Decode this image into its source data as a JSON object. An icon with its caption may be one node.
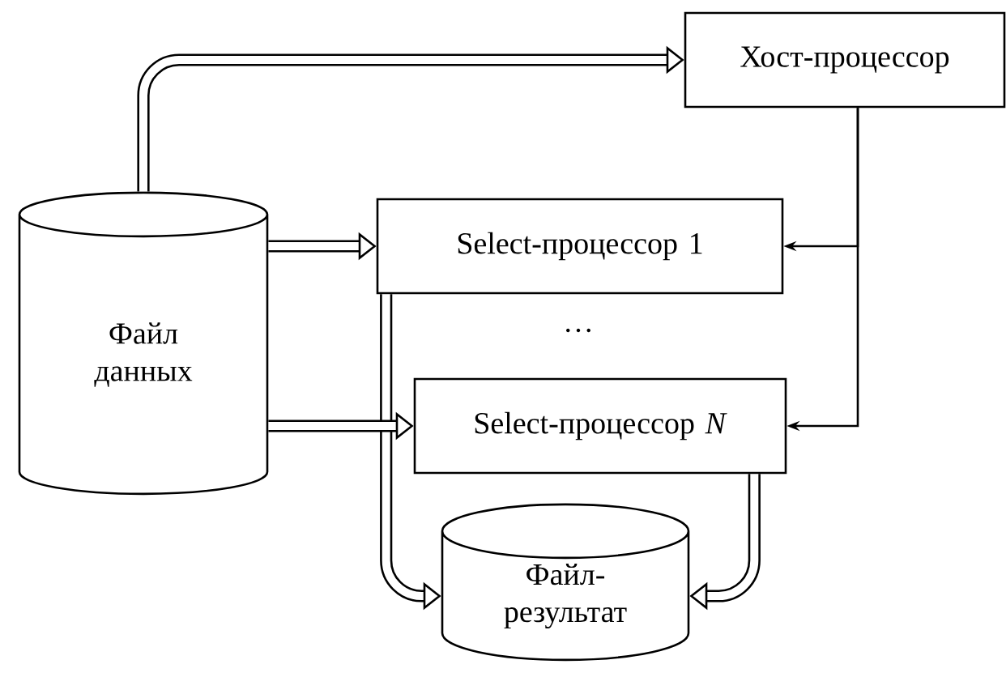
{
  "diagram": {
    "nodes": [
      {
        "text": [
          "Хост-процессор"
        ]
      },
      {
        "text": [
          "Файл данных"
        ]
      },
      {
        "text": [
          "Select-процессор 1"
        ]
      },
      {
        "text": [
          "Select-процессор *N*"
        ]
      },
      {
        "text": [
          "Файл-результат"
        ]
      }
    ],
    "edges": [
      {
        "from": 1,
        "to": 0,
        "arrow": "to"
      },
      {
        "from": 1,
        "to": 2,
        "arrow": "to"
      },
      {
        "from": 1,
        "to": 3,
        "arrow": "to"
      },
      {
        "from": 2,
        "to": 4,
        "arrow": "to"
      },
      {
        "from": 3,
        "to": 4,
        "arrow": "to"
      },
      {
        "from": 0,
        "to": 2,
        "arrow": "to"
      },
      {
        "from": 0,
        "to": 3,
        "arrow": "to"
      }
    ],
    "labels": [
      "…"
    ]
  }
}
